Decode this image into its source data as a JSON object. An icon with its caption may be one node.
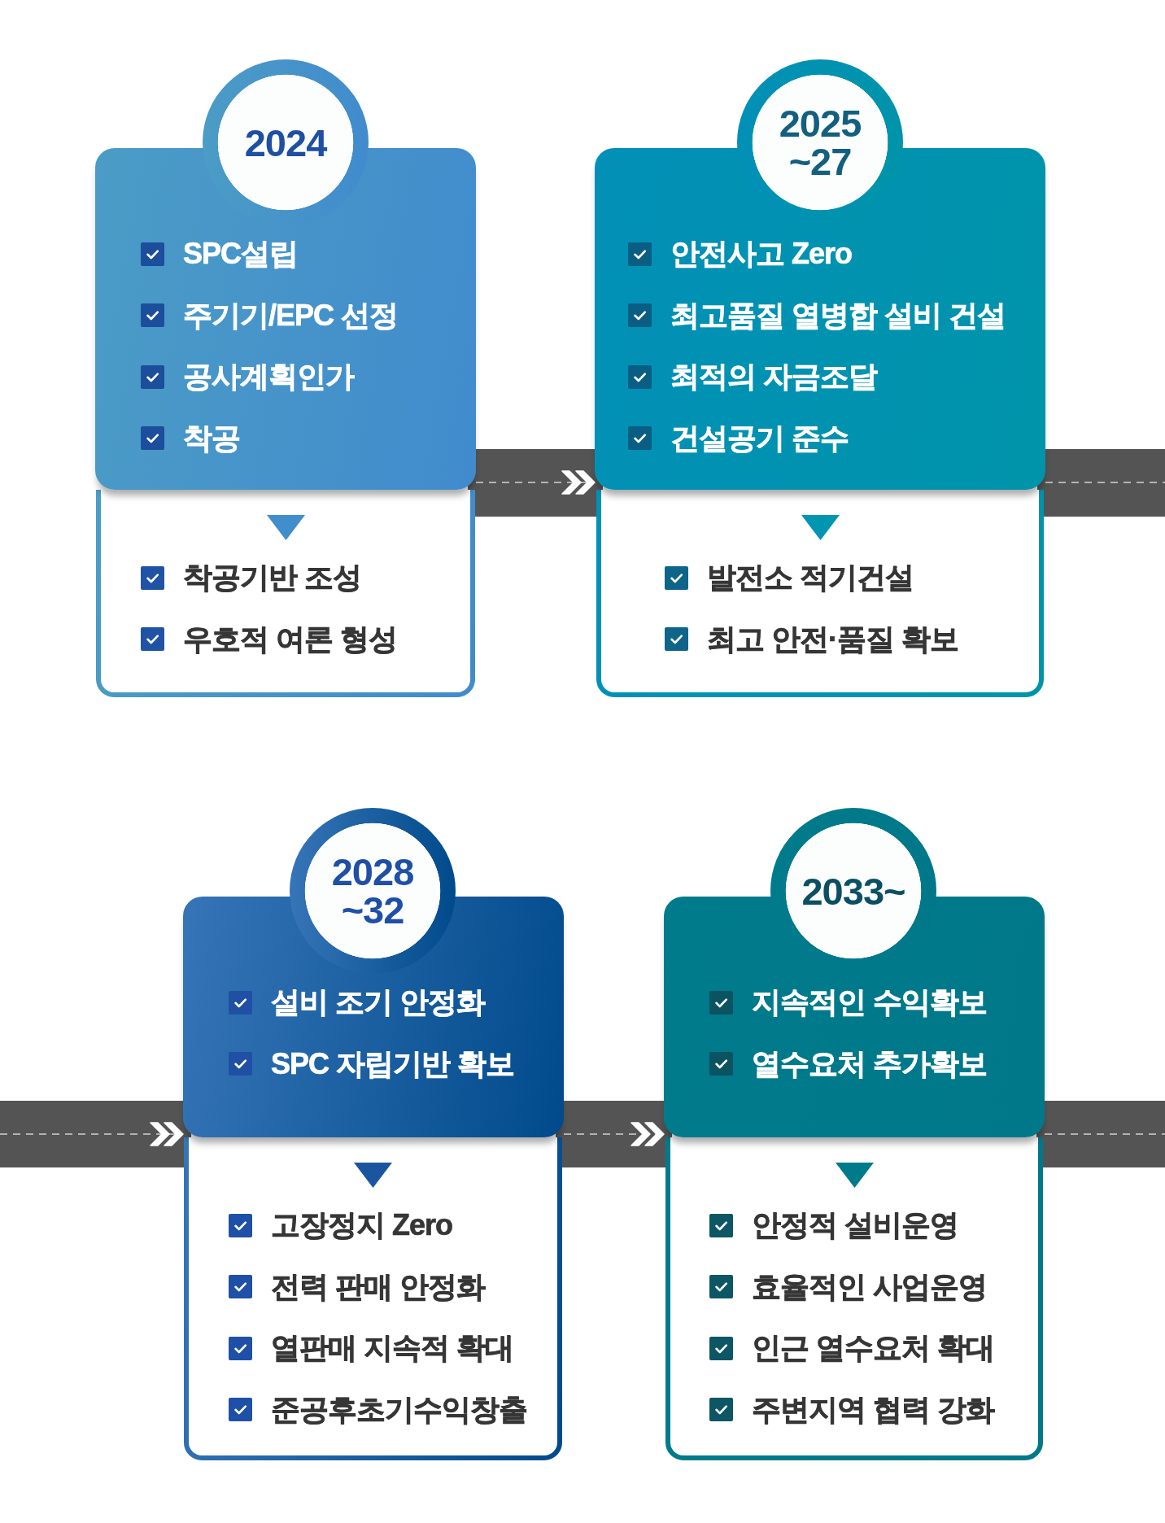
{
  "diagram": {
    "nodes": [
      {
        "text": [
          "2024"
        ]
      },
      {
        "text": [
          "SPC설립",
          "주기기/EPC 선정",
          "공사계획인가",
          "착공"
        ]
      },
      {
        "text": [
          "착공기반 조성",
          "우호적 여론 형성"
        ]
      },
      {
        "text": [
          "2025 ~27"
        ]
      },
      {
        "text": [
          "안전사고 Zero",
          "최고품질 열병합 설비 건설",
          "최적의 자금조달",
          "건설공기 준수"
        ]
      },
      {
        "text": [
          "발전소 적기건설",
          "최고 안전·품질 확보"
        ]
      },
      {
        "text": [
          "2028 ~32"
        ]
      },
      {
        "text": [
          "설비 조기 안정화",
          "SPC 자립기반 확보"
        ]
      },
      {
        "text": [
          "고장정지 Zero",
          "전력 판매 안정화",
          "열판매 지속적 확대",
          "준공후초기수익창출"
        ]
      },
      {
        "text": [
          "2033~"
        ]
      },
      {
        "text": [
          "지속적인 수익확보",
          "열수요처 추가확보"
        ]
      },
      {
        "text": [
          "안정적 설비운영",
          "효율적인 사업운영",
          "인근 열수요처 확대",
          "주변지역 협력 강화"
        ]
      }
    ],
    "edges": [
      {
        "from": 1,
        "to": 4,
        "arrow": "to"
      },
      {
        "from": null,
        "to": 7,
        "arrow": "to"
      },
      {
        "from": 7,
        "to": 10,
        "arrow": "to"
      }
    ]
  }
}
